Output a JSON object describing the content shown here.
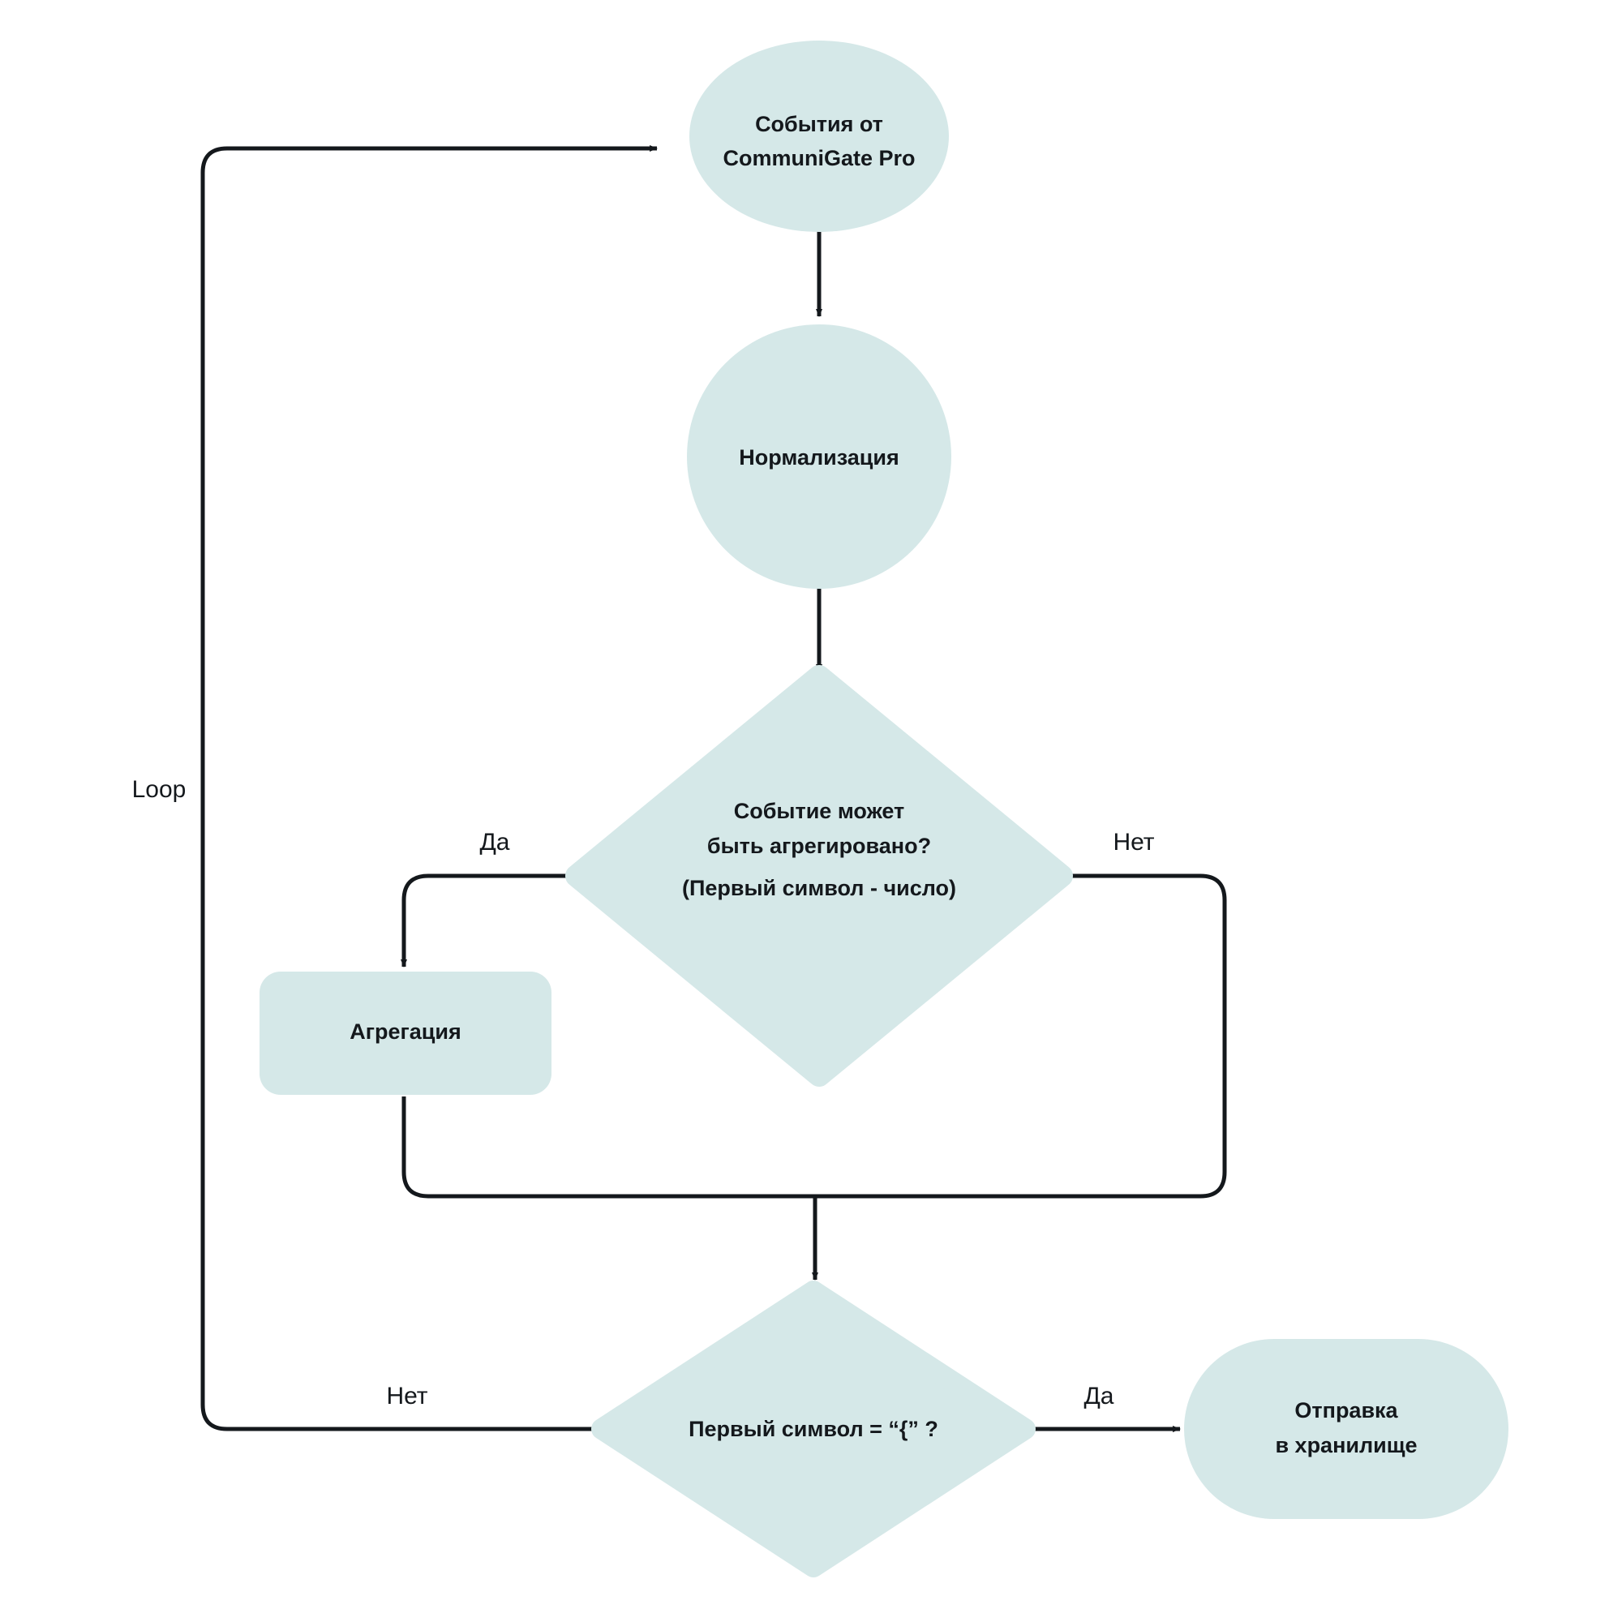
{
  "diagram": {
    "type": "flowchart",
    "direction": "top-to-bottom",
    "background_color": "#ffffff",
    "node_fill_color": "#d5e8e8",
    "line_color": "#14181c",
    "nodes": [
      {
        "id": "start",
        "shape": "ellipse",
        "label_line1": "События от",
        "label_line2": "CommuniGate Pro"
      },
      {
        "id": "normalize",
        "shape": "circle",
        "label": "Нормализация"
      },
      {
        "id": "decision-aggregate",
        "shape": "diamond",
        "label_line1": "Событие может",
        "label_line2": "быть агрегировано?",
        "label_line3": "(Первый символ - число)"
      },
      {
        "id": "aggregation",
        "shape": "rounded-rect",
        "label": "Агрегация"
      },
      {
        "id": "decision-brace",
        "shape": "diamond",
        "label": "Первый символ  = “{” ?"
      },
      {
        "id": "storage",
        "shape": "stadium",
        "label_line1": "Отправка",
        "label_line2": "в хранилище"
      }
    ],
    "edge_labels": {
      "loop": "Loop",
      "aggregate_yes": "Да",
      "aggregate_no": "Нет",
      "brace_no": "Нет",
      "brace_yes": "Да"
    },
    "edges": [
      {
        "from": "loop-return",
        "to": "start",
        "label": "Loop"
      },
      {
        "from": "start",
        "to": "normalize",
        "label": ""
      },
      {
        "from": "normalize",
        "to": "decision-aggregate",
        "label": ""
      },
      {
        "from": "decision-aggregate",
        "to": "aggregation",
        "label": "Да"
      },
      {
        "from": "decision-aggregate",
        "to": "merge",
        "label": "Нет"
      },
      {
        "from": "aggregation",
        "to": "merge",
        "label": ""
      },
      {
        "from": "merge",
        "to": "decision-brace",
        "label": ""
      },
      {
        "from": "decision-brace",
        "to": "start",
        "label": "Нет"
      },
      {
        "from": "decision-brace",
        "to": "storage",
        "label": "Да"
      }
    ]
  }
}
